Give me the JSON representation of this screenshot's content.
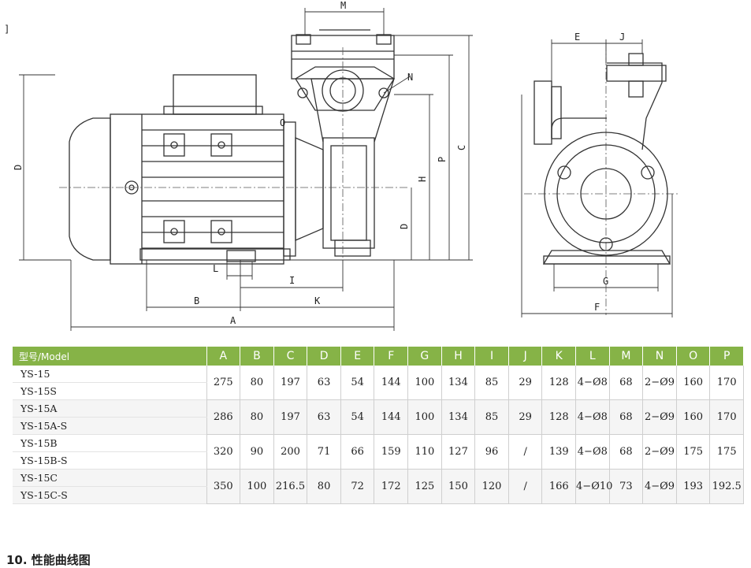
{
  "stray_mark": "]",
  "drawing": {
    "labels": {
      "M": "M",
      "N": "N",
      "E": "E",
      "J": "J",
      "D": "D",
      "H": "H",
      "P": "P",
      "C": "C",
      "L": "L",
      "I": "I",
      "B": "B",
      "K": "K",
      "A": "A",
      "G": "G",
      "F": "F",
      "O": "O"
    }
  },
  "table": {
    "model_header": "型号/Model",
    "columns": [
      "A",
      "B",
      "C",
      "D",
      "E",
      "F",
      "G",
      "H",
      "I",
      "J",
      "K",
      "L",
      "M",
      "N",
      "O",
      "P"
    ],
    "groups": [
      {
        "models": [
          "YS-15",
          "YS-15S"
        ],
        "values": [
          "275",
          "80",
          "197",
          "63",
          "54",
          "144",
          "100",
          "134",
          "85",
          "29",
          "128",
          "4−Ø8",
          "68",
          "2−Ø9",
          "160",
          "170"
        ]
      },
      {
        "models": [
          "YS-15A",
          "YS-15A-S"
        ],
        "values": [
          "286",
          "80",
          "197",
          "63",
          "54",
          "144",
          "100",
          "134",
          "85",
          "29",
          "128",
          "4−Ø8",
          "68",
          "2−Ø9",
          "160",
          "170"
        ]
      },
      {
        "models": [
          "YS-15B",
          "YS-15B-S"
        ],
        "values": [
          "320",
          "90",
          "200",
          "71",
          "66",
          "159",
          "110",
          "127",
          "96",
          "/",
          "139",
          "4−Ø8",
          "68",
          "2−Ø9",
          "175",
          "175"
        ]
      },
      {
        "models": [
          "YS-15C",
          "YS-15C-S"
        ],
        "values": [
          "350",
          "100",
          "216.5",
          "80",
          "72",
          "172",
          "125",
          "150",
          "120",
          "/",
          "166",
          "4−Ø10",
          "73",
          "4−Ø9",
          "193",
          "192.5"
        ]
      }
    ]
  },
  "section_title": "10. 性能曲线图"
}
